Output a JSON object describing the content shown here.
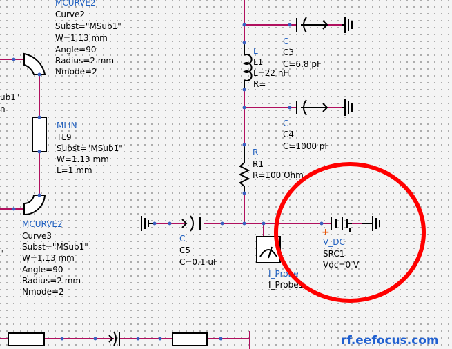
{
  "components": {
    "curve2": {
      "type": "MCURVE2",
      "name": "Curve2",
      "props": [
        "Subst=\"MSub1\"",
        "W=1.13 mm",
        "Angle=90",
        "Radius=2 mm",
        "Nmode=2"
      ]
    },
    "tl9": {
      "type": "MLIN",
      "name": "TL9",
      "props": [
        "Subst=\"MSub1\"",
        "W=1.13 mm",
        "L=1 mm"
      ]
    },
    "curve3": {
      "type": "MCURVE2",
      "name": "Curve3",
      "props": [
        "Subst=\"MSub1\"",
        "W=1.13 mm",
        "Angle=90",
        "Radius=2 mm",
        "Nmode=2"
      ]
    },
    "c3": {
      "type": "C",
      "name": "C3",
      "props": [
        "C=6.8 pF"
      ]
    },
    "l1": {
      "type": "L",
      "name": "L1",
      "props": [
        "L=22 nH",
        "R="
      ]
    },
    "c4": {
      "type": "C",
      "name": "C4",
      "props": [
        "C=1000 pF"
      ]
    },
    "r1": {
      "type": "R",
      "name": "R1",
      "props": [
        "R=100 Ohm"
      ]
    },
    "c5": {
      "type": "C",
      "name": "C5",
      "props": [
        "C=0.1 uF"
      ]
    },
    "probe": {
      "type": "I_Probe",
      "name": "I_Probe1"
    },
    "src1": {
      "type": "V_DC",
      "name": "SRC1",
      "props": [
        "Vdc=0 V"
      ]
    }
  },
  "fragments": {
    "left_top": "ub1\"",
    "left_mid": "n",
    "left_low": "\""
  },
  "plus_sign": "+",
  "watermark": "rf.eefocus.com",
  "colors": {
    "wire": "#b0105e",
    "highlight": "#ff0000",
    "label": "#1f5fbf",
    "watermark": "#2060d0"
  }
}
